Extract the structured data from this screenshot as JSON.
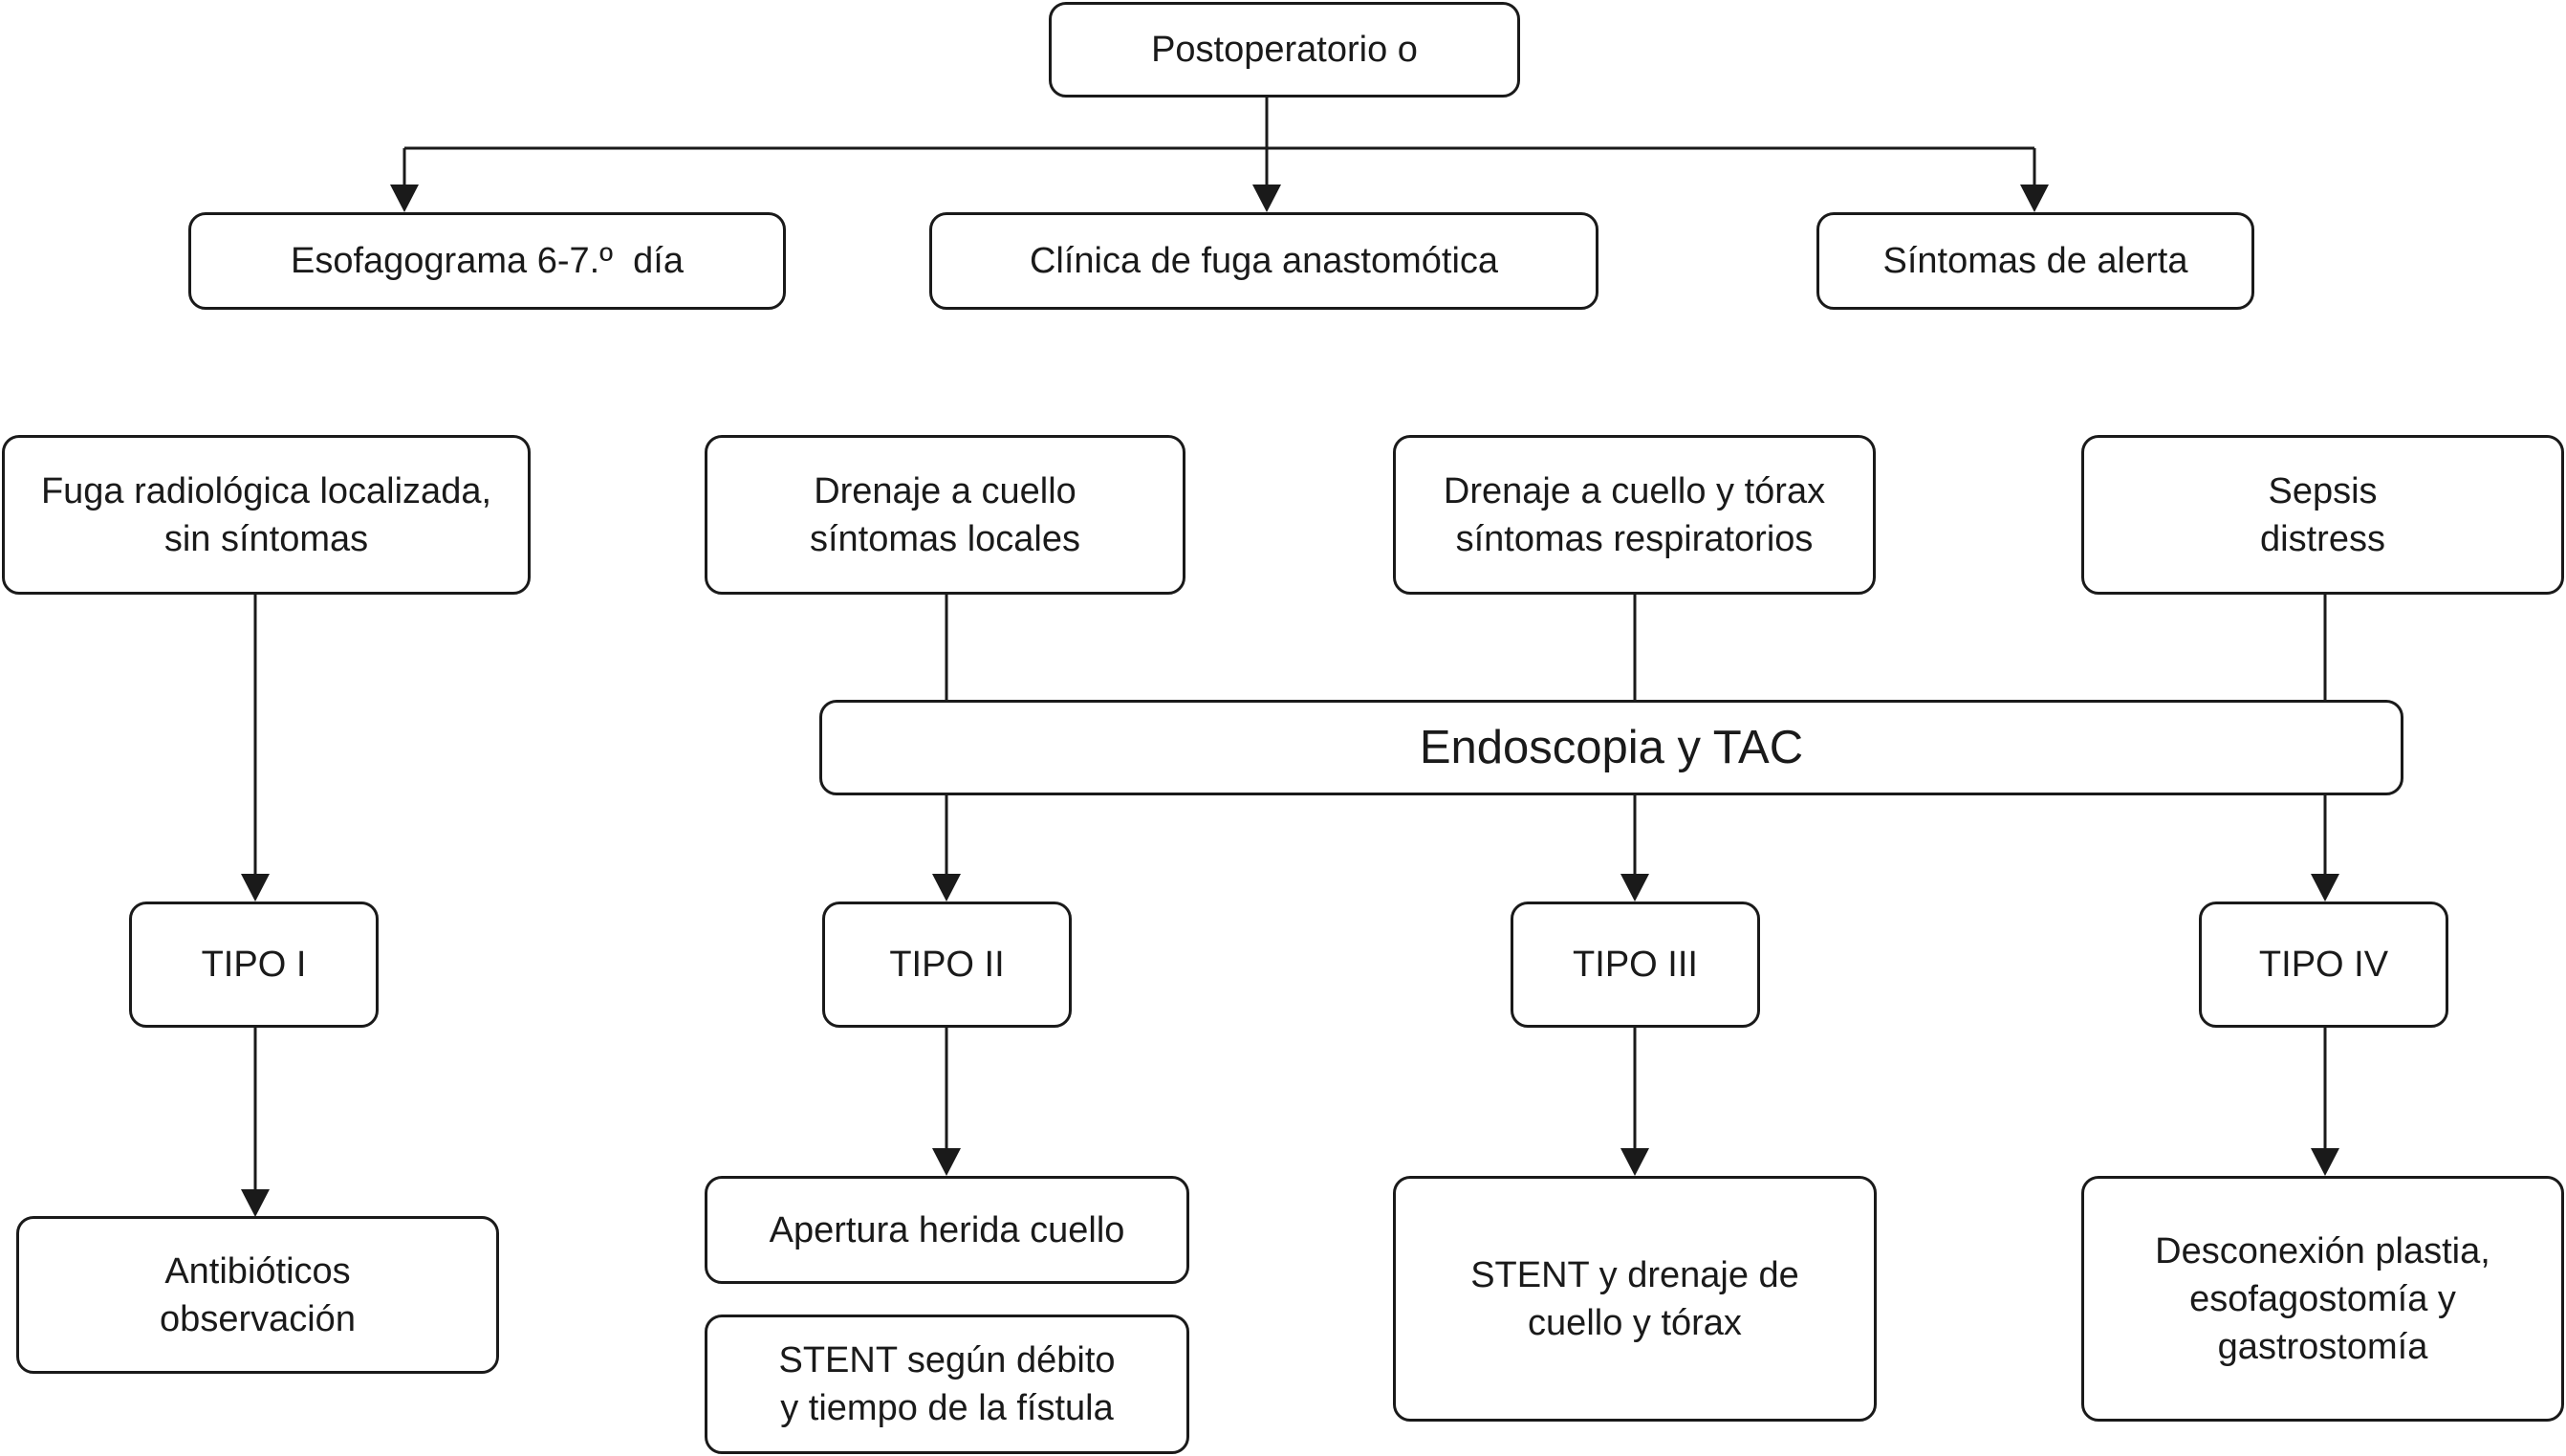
{
  "root": "Postoperatorio o",
  "criteria": {
    "esofagograma": "Esofagograma 6-7.º  día",
    "clinica": "Clínica de fuga anastomótica",
    "sintomas": "Síntomas de alerta"
  },
  "presentations": {
    "p1": [
      "Fuga radiológica localizada,",
      "sin síntomas"
    ],
    "p2": [
      "Drenaje a cuello",
      "síntomas locales"
    ],
    "p3": [
      "Drenaje a cuello y tórax",
      "síntomas respiratorios"
    ],
    "p4": [
      "Sepsis",
      "distress"
    ]
  },
  "diagnostic": "Endoscopia y TAC",
  "types": {
    "t1": "TIPO I",
    "t2": "TIPO II",
    "t3": "TIPO III",
    "t4": "TIPO IV"
  },
  "treatments": {
    "tr1": [
      "Antibióticos",
      "observación"
    ],
    "tr2a": "Apertura herida cuello",
    "tr2b": [
      "STENT según débito",
      "y tiempo de la fístula"
    ],
    "tr3": [
      "STENT y drenaje de",
      "cuello y tórax"
    ],
    "tr4": [
      "Desconexión plastia,",
      "esofagostomía y",
      "gastrostomía"
    ]
  }
}
